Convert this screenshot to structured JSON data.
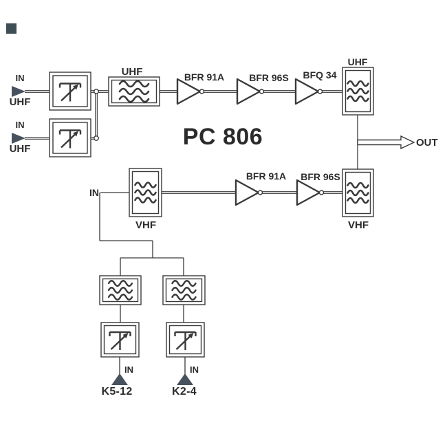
{
  "title": "PC 806",
  "colors": {
    "line_stroke": "#3a3a3a",
    "text": "#2b2b2b",
    "input_marker_fill": "#47525e",
    "corner_square_fill": "#3f4d55",
    "background": "#ffffff"
  },
  "icons": {
    "filter_box": "triple-wavy-lines-bandpass-filter",
    "attenuator_box": "variable-attenuator",
    "amplifier": "hollow-triangle-amplifier",
    "input_marker": "filled-triangle",
    "output_marker": "hollow-arrow"
  },
  "uhf_input_1": {
    "in": "IN",
    "band": "UHF"
  },
  "uhf_input_2": {
    "in": "IN",
    "band": "UHF"
  },
  "uhf_filter_left": {
    "label": "UHF"
  },
  "uhf_filter_right": {
    "label": "UHF"
  },
  "uhf_amps": {
    "stage1": "BFR 91A",
    "stage2": "BFR 96S",
    "stage3": "BFQ 34"
  },
  "vhf_input": {
    "in": "IN"
  },
  "vhf_filter_left": {
    "label": "VHF"
  },
  "vhf_filter_right": {
    "label": "VHF"
  },
  "vhf_amps": {
    "stage1": "BFR 91A",
    "stage2": "BFR 96S"
  },
  "output": {
    "label": "OUT"
  },
  "channel_input_1": {
    "in": "IN",
    "channel": "K5-12"
  },
  "channel_input_2": {
    "in": "IN",
    "channel": "K2-4"
  }
}
